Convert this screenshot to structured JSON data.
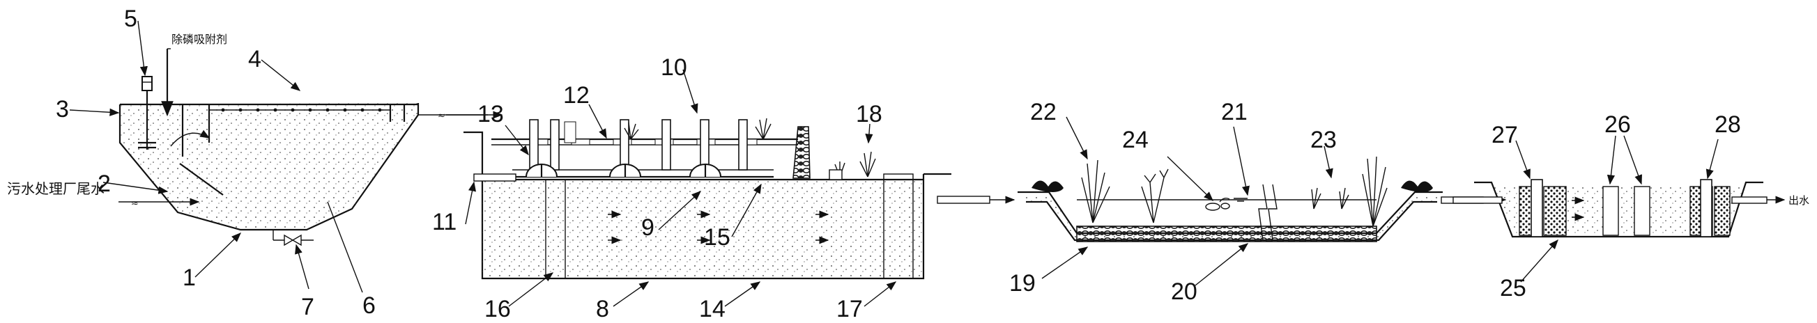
{
  "labels": {
    "n1": "1",
    "n2": "2",
    "n3": "3",
    "n4": "4",
    "n5": "5",
    "n6": "6",
    "n7": "7",
    "n8": "8",
    "n9": "9",
    "n10": "10",
    "n11": "11",
    "n12": "12",
    "n13": "13",
    "n14": "14",
    "n15": "15",
    "n16": "16",
    "n17": "17",
    "n18": "18",
    "n19": "19",
    "n20": "20",
    "n21": "21",
    "n22": "22",
    "n23": "23",
    "n24": "24",
    "n25": "25",
    "n26": "26",
    "n27": "27",
    "n28": "28"
  },
  "text": {
    "influent": "污水处理厂尾水",
    "additive": "除磷吸附剂",
    "effluent": "出水"
  }
}
